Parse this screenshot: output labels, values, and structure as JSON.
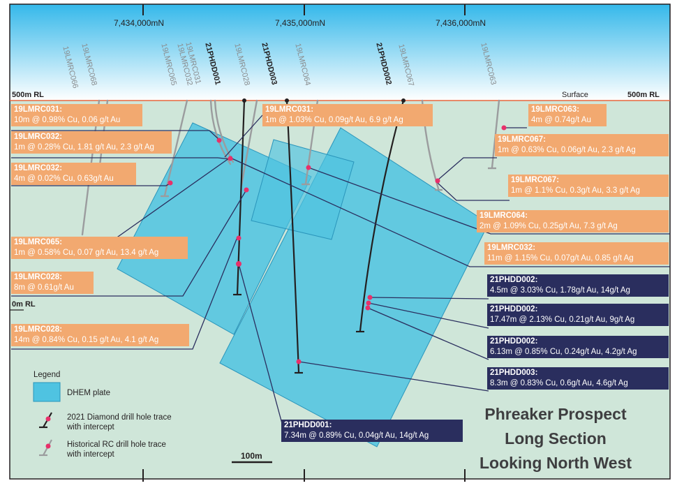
{
  "eastings": [
    "7,434,000mN",
    "7,435,000mN",
    "7,436,000mN"
  ],
  "rl": {
    "surface_left": "500m RL",
    "surface_label": "Surface",
    "surface_right": "500m RL",
    "zero": "0m RL"
  },
  "holes": {
    "rc": [
      "19LMRC066",
      "19LMRC068",
      "19LMRC065",
      "19LMRC032",
      "19LMRC031",
      "19LMRC028",
      "19LMRC064",
      "19LMRC067",
      "19LMRC063"
    ],
    "dd": [
      "21PHDD001",
      "21PHDD003",
      "21PHDD002"
    ]
  },
  "intercepts": [
    {
      "title": "19LMRC031:",
      "text": "10m @ 0.98% Cu, 0.06 g/t Au"
    },
    {
      "title": "19LMRC032:",
      "text": "1m @ 0.28% Cu, 1.81 g/t Au, 2.3 g/t Ag"
    },
    {
      "title": "19LMRC032:",
      "text": "4m @ 0.02% Cu, 0.63g/t Au"
    },
    {
      "title": "19LMRC065:",
      "text": "1m @ 0.58% Cu, 0.07 g/t Au, 13.4 g/t Ag"
    },
    {
      "title": "19LMRC028:",
      "text": "8m @ 0.61g/t Au"
    },
    {
      "title": "19LMRC028:",
      "text": "14m @ 0.84% Cu, 0.15 g/t Au, 4.1 g/t Ag"
    },
    {
      "title": "19LMRC031:",
      "text": "1m @ 1.03% Cu, 0.09g/t Au, 6.9 g/t Ag"
    },
    {
      "title": "19LMRC063:",
      "text": "4m @ 0.74g/t Au"
    },
    {
      "title": "19LMRC067:",
      "text": "1m @ 0.63% Cu, 0.06g/t Au, 2.3 g/t Ag"
    },
    {
      "title": "19LMRC067:",
      "text": "1m @ 1.1% Cu, 0.3g/t Au, 3.3 g/t Ag"
    },
    {
      "title": "19LMRC064:",
      "text": "2m @ 1.09% Cu, 0.25g/t Au, 7.3 g/t Ag"
    },
    {
      "title": "19LMRC032:",
      "text": "11m @ 1.15% Cu, 0.07g/t Au, 0.85 g/t Ag"
    },
    {
      "title": "21PHDD002:",
      "text": "4.5m @ 3.03% Cu, 1.78g/t Au, 14g/t Ag"
    },
    {
      "title": "21PHDD002:",
      "text": "17.47m @ 2.13% Cu, 0.21g/t Au, 9g/t Ag"
    },
    {
      "title": "21PHDD002:",
      "text": "6.13m @ 0.85% Cu, 0.24g/t Au, 4.2g/t Ag"
    },
    {
      "title": "21PHDD003:",
      "text": "8.3m @ 0.83% Cu, 0.6g/t Au, 4.6g/t Ag"
    },
    {
      "title": "21PHDD001:",
      "text": "7.34m @ 0.89% Cu, 0.04g/t Au, 14g/t Ag"
    }
  ],
  "legend": {
    "title": "Legend",
    "dhem": "DHEM plate",
    "diamond_line1": "2021 Diamond drill hole trace",
    "diamond_line2": "with intercept",
    "rc_line1": "Historical RC drill hole trace",
    "rc_line2": "with intercept"
  },
  "scale_bar": "100m",
  "title": [
    "Phreaker Prospect",
    "Long Section",
    "Looking North West"
  ],
  "colors": {
    "sky_top": "#34b8ea",
    "sky_bottom": "#ffffff",
    "ground": "#cfe6d9",
    "plate": "#4fc3e1",
    "orange_box": "#f2a970",
    "navy_box": "#2a2e5e",
    "leader": "#2a2e5e",
    "intercept": "#e8306a",
    "rc_trace": "#9b9c9e",
    "dd_trace": "#231f20",
    "surface_line": "#e8663d"
  }
}
